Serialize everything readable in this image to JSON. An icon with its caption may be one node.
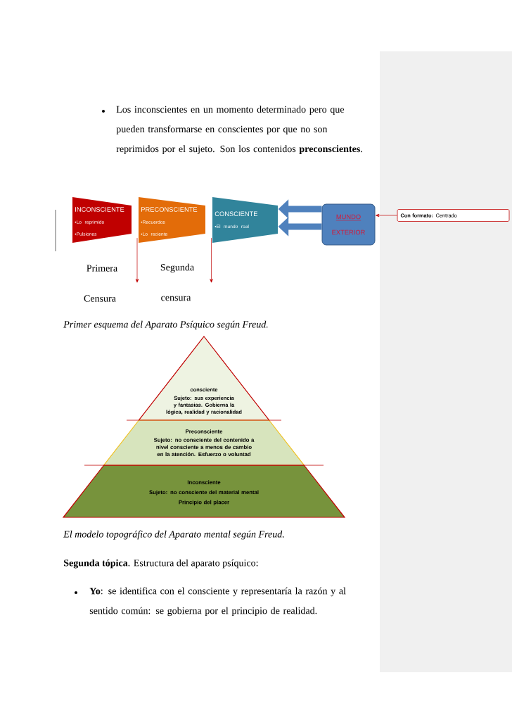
{
  "diagram": {
    "nodes": [
      {
        "text": [
          "INCONSCIENTE",
          "•Lo reprimido",
          "•Pulsiones"
        ]
      },
      {
        "text": [
          "PRECONSCIENTE",
          "•Recuerdos",
          "•Lo reciente"
        ]
      },
      {
        "text": [
          "CONSCIENTE",
          "•El mundo real"
        ]
      },
      {
        "text": [
          "MUNDO",
          "EXTERIOR"
        ]
      },
      {
        "text": [
          "**Con formato:** Centrado"
        ]
      },
      {
        "text": [
          "consciente",
          "Sujeto: sus experiencia y fantasias. Gobierna la lógica, realidad y racionalidad"
        ]
      },
      {
        "text": [
          "Preconsciente",
          "Sujeto: no consciente del contenido a nivel consciente a menos de cambio en la atención. Esfuerzo o voluntad"
        ]
      },
      {
        "text": [
          "Inconsciente",
          "Sujeto: no consciente del material mental",
          "Principio del placer"
        ]
      }
    ],
    "edges": [
      {
        "from": 3,
        "to": 2,
        "arrow": "to",
        "style": "thick",
        "color": "#4f81bd"
      },
      {
        "from": 3,
        "to": 2,
        "arrow": "to",
        "style": "thick",
        "color": "#4f81bd"
      },
      {
        "from": 1,
        "to": null,
        "arrow": "to"
      },
      {
        "from": 1,
        "to": null,
        "arrow": "to"
      },
      {
        "from": 4,
        "to": 3,
        "arrow": "to"
      }
    ],
    "labels": [
      "Los inconscientes en un momento determinado pero que pueden transformarse en conscientes por que no son reprimidos por el sujeto. Son los contenidos **preconscientes**.",
      "Primera",
      "Segunda",
      "Censura",
      "censura",
      "Primer esquema del Aparato Psíquico según Freud.",
      "El modelo topográfico del Aparato mental según Freud.",
      "**Segunda tópica**. Estructura del aparato psíquico:",
      "**Yo**: se identifica con el consciente y representaría la razón y al sentido común: se gobierna por el principio de realidad."
    ]
  }
}
